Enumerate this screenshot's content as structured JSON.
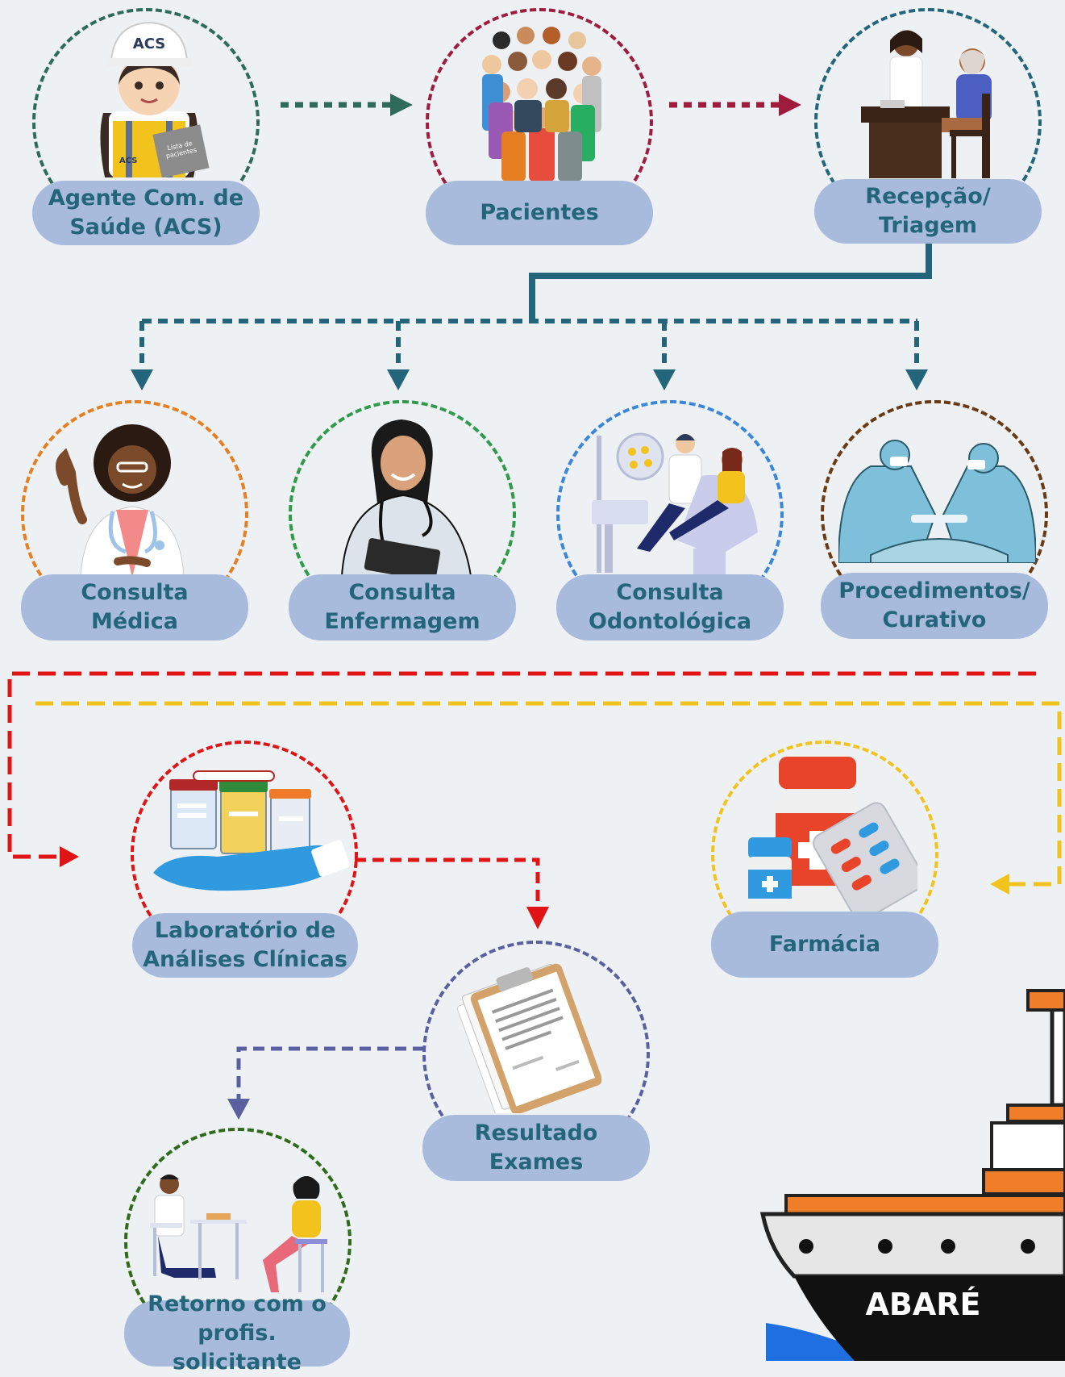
{
  "colors": {
    "background": "#eef1f4",
    "pill": "#a9bbdd",
    "label_text": "#23657a",
    "flow_green": "#2e6b5a",
    "flow_crimson": "#a01c3f",
    "flow_teal": "#23657a",
    "flow_red": "#e01414",
    "flow_yellow": "#f2c21d",
    "flow_indigo": "#5a5fa0"
  },
  "nodes": {
    "acs": {
      "label": "Agente Com. de\nSaúde (ACS)",
      "icon": "community-health-agent-icon",
      "badge": "ACS",
      "clipboard_text": "Lista de\npacientes",
      "vest_text": "ACS"
    },
    "pacientes": {
      "label": "Pacientes",
      "icon": "patients-crowd-icon"
    },
    "recepcao": {
      "label": "Recepção/\nTriagem",
      "icon": "reception-triage-icon"
    },
    "consulta_medica": {
      "label": "Consulta\nMédica",
      "icon": "doctor-icon"
    },
    "consulta_enfermagem": {
      "label": "Consulta\nEnfermagem",
      "icon": "nurse-icon"
    },
    "consulta_odontologica": {
      "label": "Consulta\nOdontológica",
      "icon": "dentist-icon"
    },
    "procedimentos": {
      "label": "Procedimentos/\nCurativo",
      "icon": "surgery-icon"
    },
    "laboratorio": {
      "label": "Laboratório de\nAnálises Clínicas",
      "icon": "lab-samples-icon"
    },
    "farmacia": {
      "label": "Farmácia",
      "icon": "pharmacy-icon"
    },
    "resultado": {
      "label": "Resultado\nExames",
      "icon": "exam-results-icon"
    },
    "retorno": {
      "label": "Retorno com o\nprofis. solicitante",
      "icon": "follow-up-consultation-icon"
    }
  },
  "ship": {
    "name": "ABARÉ",
    "icon": "hospital-ship-icon"
  }
}
